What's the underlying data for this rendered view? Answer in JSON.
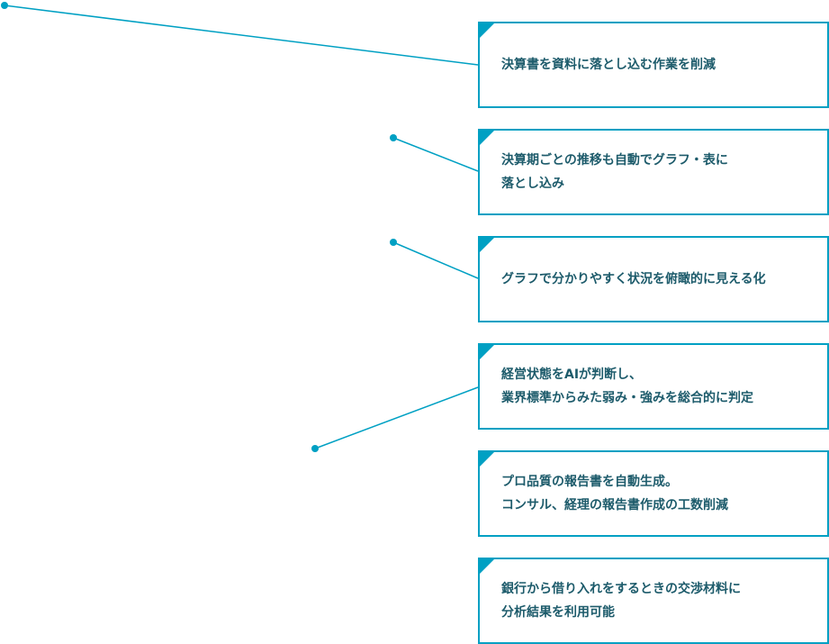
{
  "colors": {
    "accent": "#00a0c3",
    "text": "#1d5b6b"
  },
  "features": [
    {
      "lines": [
        "決算書を資料に落とし込む作業を削減"
      ]
    },
    {
      "lines": [
        "決算期ごとの推移も自動でグラフ・表に",
        "落とし込み"
      ]
    },
    {
      "lines": [
        "グラフで分かりやすく状況を俯瞰的に見える化"
      ]
    },
    {
      "lines": [
        "経営状態をAIが判断し、",
        "業界標準からみた弱み・強みを総合的に判定"
      ]
    },
    {
      "lines": [
        "プロ品質の報告書を自動生成。",
        "コンサル、経理の報告書作成の工数削減"
      ]
    },
    {
      "lines": [
        "銀行から借り入れをするときの交渉材料に",
        "分析結果を利用可能"
      ]
    }
  ]
}
